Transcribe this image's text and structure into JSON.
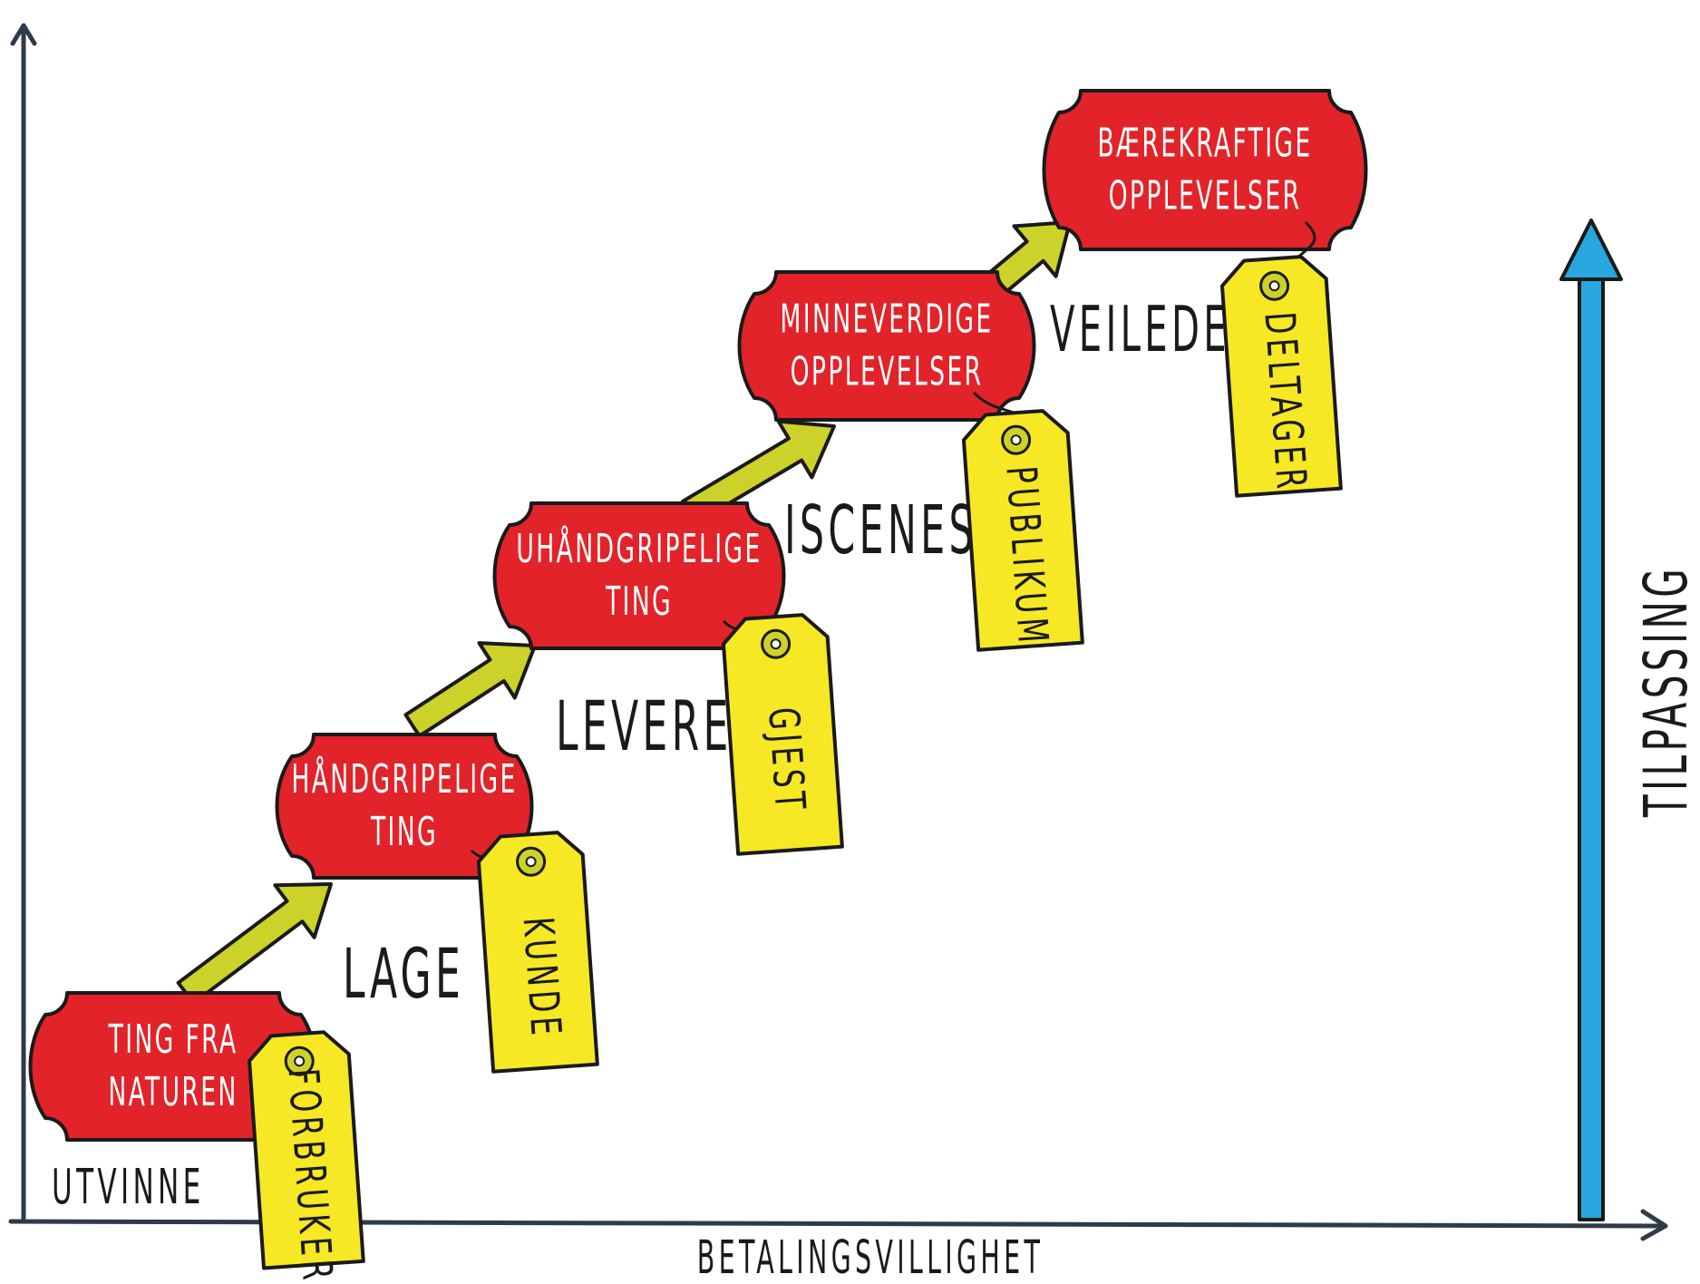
{
  "colors": {
    "axis": "#2f3a4a",
    "banner": "#e2232a",
    "tag": "#f6e825",
    "step_arrow": "#cdd22a",
    "adaptation_arrow": "#27a7dd",
    "ink": "#1a1a1a"
  },
  "axes": {
    "x_label": "BETALINGSVILLIGHET",
    "adaptation_label": "TILPASSING"
  },
  "stages": [
    {
      "offering": [
        "TING FRA",
        "NATUREN"
      ],
      "action": "UTVINNE",
      "role": "FORBRUKER"
    },
    {
      "offering": [
        "HÅNDGRIPELIGE",
        "TING"
      ],
      "action": "LAGE",
      "role": "KUNDE"
    },
    {
      "offering": [
        "UHÅNDGRIPELIGE",
        "TING"
      ],
      "action": "LEVERE",
      "role": "GJEST"
    },
    {
      "offering": [
        "MINNEVERDIGE",
        "OPPLEVELSER"
      ],
      "action": "ISCENESETTE",
      "action_visible": "ISCENESET",
      "role": "PUBLIKUM"
    },
    {
      "offering": [
        "BÆREKRAFTIGE",
        "OPPLEVELSER"
      ],
      "action": "VEILEDE",
      "role": "DELTAGER"
    }
  ]
}
